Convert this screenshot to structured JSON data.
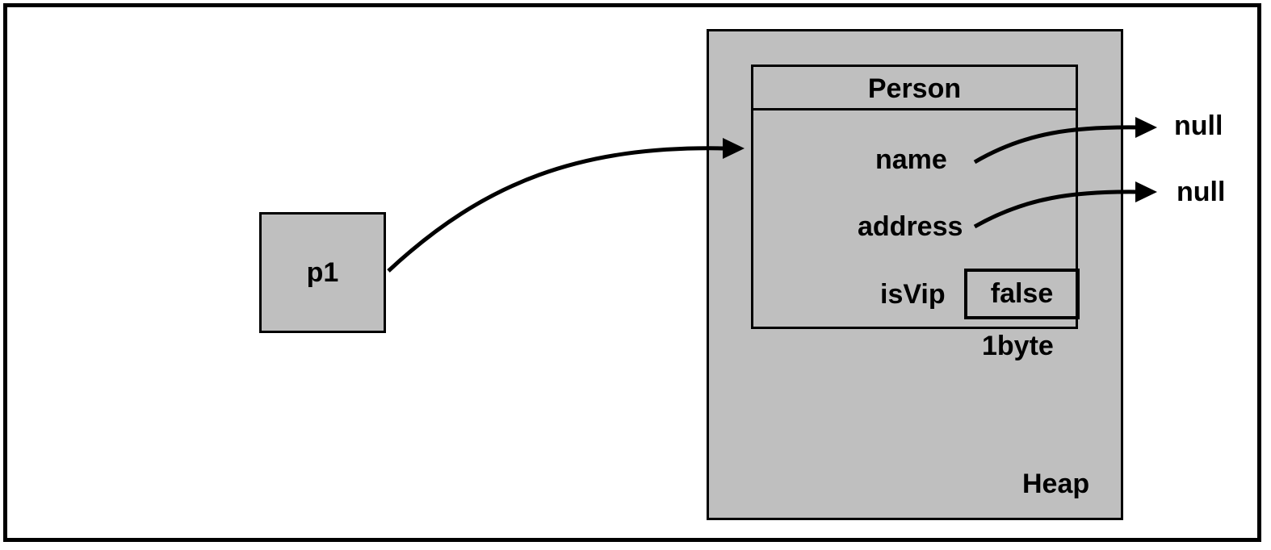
{
  "variable": {
    "label": "p1"
  },
  "heap": {
    "label": "Heap"
  },
  "object": {
    "class_name": "Person",
    "fields": [
      {
        "name": "name",
        "value": "null"
      },
      {
        "name": "address",
        "value": "null"
      },
      {
        "name": "isVip",
        "value": "false"
      }
    ],
    "size_note": "1byte"
  },
  "colors": {
    "fill": "#bfbfbf",
    "stroke": "#000000",
    "background": "#ffffff"
  }
}
